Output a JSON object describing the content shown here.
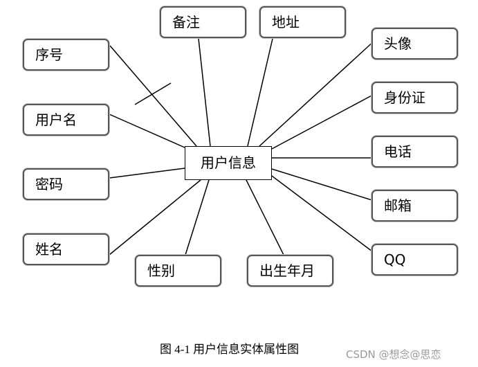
{
  "entity": {
    "name": "用户信息"
  },
  "attributes": [
    {
      "label": "序号"
    },
    {
      "label": "用户名"
    },
    {
      "label": "密码"
    },
    {
      "label": "姓名"
    },
    {
      "label": "备注"
    },
    {
      "label": "地址"
    },
    {
      "label": "性别"
    },
    {
      "label": "出生年月"
    },
    {
      "label": "头像"
    },
    {
      "label": "身份证"
    },
    {
      "label": "电话"
    },
    {
      "label": "邮箱"
    },
    {
      "label": "QQ"
    }
  ],
  "caption": "图 4-1 用户信息实体属性图",
  "watermark": "CSDN @想念@思恋"
}
